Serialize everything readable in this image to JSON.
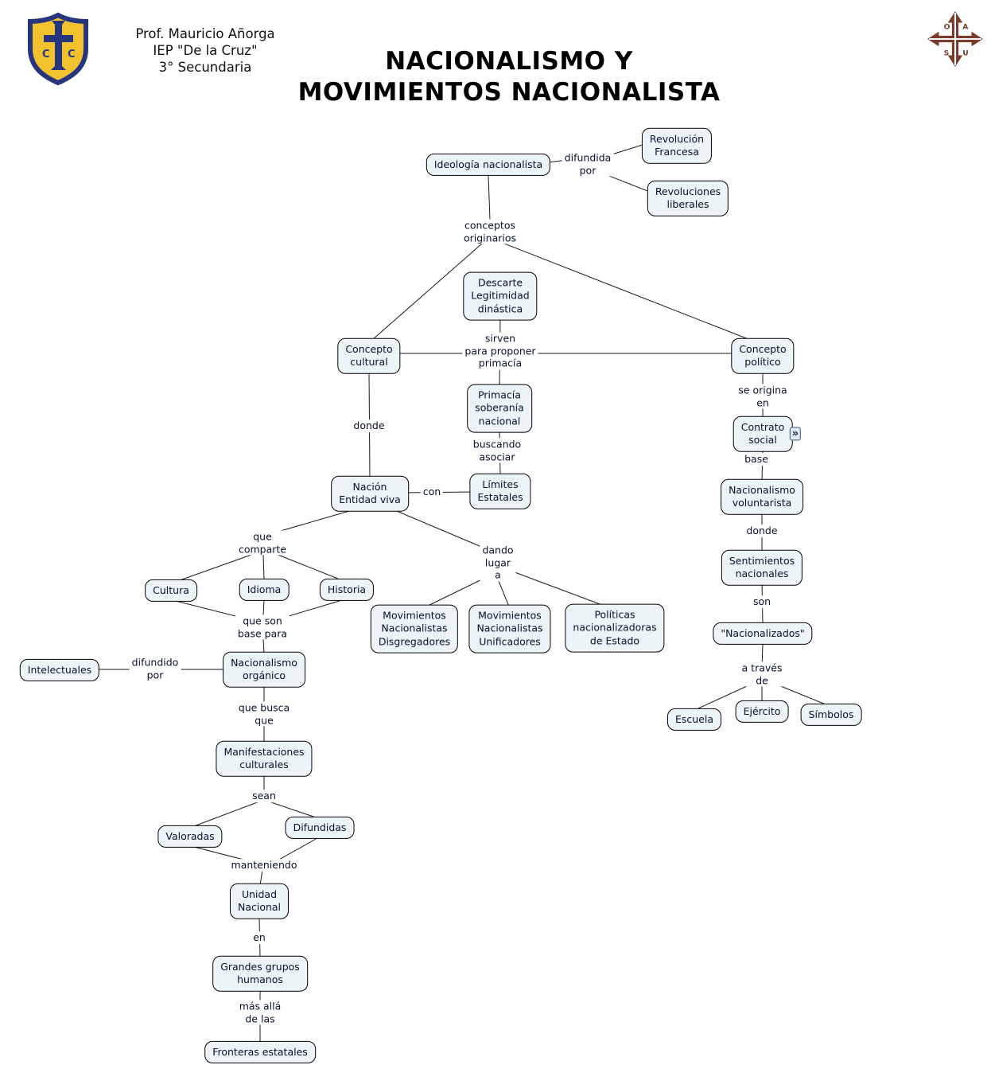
{
  "header": {
    "professor": "Prof. Mauricio Añorga",
    "school": "IEP \"De la Cruz\"",
    "grade": "3° Secundaria",
    "title_line1": "NACIONALISMO Y",
    "title_line2": "MOVIMIENTOS NACIONALISTA"
  },
  "logos": {
    "shield_letters": [
      "C",
      "C"
    ],
    "right_letters": [
      "O",
      "A",
      "S",
      "U"
    ],
    "shield_fill": "#f2c12e",
    "shield_border": "#26357e",
    "cross_color": "#7a3b2d"
  },
  "icons": {
    "expand": "»"
  },
  "colors": {
    "node_fill": "#edf4f8",
    "node_border": "#000000",
    "edge": "#1a1a1a",
    "text": "#05112e"
  },
  "nodes": {
    "ideologia": "Ideología nacionalista",
    "revolucion_francesa": "Revolución\nFrancesa",
    "revoluciones_liberales": "Revoluciones\nliberales",
    "descarte": "Descarte\nLegitimidad\ndinástica",
    "concepto_cultural": "Concepto\ncultural",
    "concepto_politico": "Concepto\npolítico",
    "primacia": "Primacía\nsoberanía\nnacional",
    "contrato_social": "Contrato\nsocial",
    "nacion": "Nación\nEntidad viva",
    "limites": "Límites\nEstatales",
    "nacionalismo_voluntarista": "Nacionalismo\nvoluntarista",
    "cultura": "Cultura",
    "idioma": "Idioma",
    "historia": "Historia",
    "sentimientos": "Sentimientos\nnacionales",
    "mov_disgregadores": "Movimientos\nNacionalistas\nDisgregadores",
    "mov_unificadores": "Movimientos\nNacionalistas\nUnificadores",
    "politicas": "Políticas\nnacionalizadoras\nde Estado",
    "nacionalizados": "\"Nacionalizados\"",
    "intelectuales": "Intelectuales",
    "nacionalismo_organico": "Nacionalismo\norgánico",
    "escuela": "Escuela",
    "ejercito": "Ejército",
    "simbolos": "Símbolos",
    "manifestaciones": "Manifestaciones\nculturales",
    "valoradas": "Valoradas",
    "difundidas": "Difundidas",
    "unidad_nacional": "Unidad\nNacional",
    "grandes_grupos": "Grandes grupos\nhumanos",
    "fronteras": "Fronteras estatales"
  },
  "labels": {
    "difundida_por": "difundida\npor",
    "conceptos_originarios": "conceptos\noriginarios",
    "sirven": "sirven\npara proponer\nprimacía",
    "se_origina_en": "se origina\nen",
    "donde_cultural": "donde",
    "buscando_asociar": "buscando\nasociar",
    "base": "base",
    "con": "con",
    "que_comparte": "que\ncomparte",
    "dando_lugar_a": "dando\nlugar\na",
    "donde_voluntarista": "donde",
    "que_son_base_para": "que son\nbase para",
    "son": "son",
    "difundido_por": "difundido\npor",
    "a_traves_de": "a través\nde",
    "que_busca_que": "que busca\nque",
    "sean": "sean",
    "manteniendo": "manteniendo",
    "en": "en",
    "mas_alla_de_las": "más allá\nde las"
  },
  "connections": [
    {
      "from": "ideologia",
      "label": "difundida por",
      "to": [
        "revolucion_francesa",
        "revoluciones_liberales"
      ]
    },
    {
      "from": "ideologia",
      "label": "conceptos originarios",
      "to": [
        "concepto_cultural",
        "concepto_politico"
      ]
    },
    {
      "from": "descarte",
      "label": "sirven para proponer primacía",
      "to": [
        "primacia"
      ]
    },
    {
      "from": "concepto_cultural",
      "label": "sirven para proponer primacía",
      "to": [
        "concepto_politico"
      ]
    },
    {
      "from": "concepto_cultural",
      "label": "donde",
      "to": [
        "nacion"
      ]
    },
    {
      "from": "primacia",
      "label": "buscando asociar",
      "to": [
        "limites"
      ]
    },
    {
      "from": "nacion",
      "label": "con",
      "to": [
        "limites"
      ]
    },
    {
      "from": "concepto_politico",
      "label": "se origina en",
      "to": [
        "contrato_social"
      ]
    },
    {
      "from": "contrato_social",
      "label": "base",
      "to": [
        "nacionalismo_voluntarista"
      ]
    },
    {
      "from": "nacionalismo_voluntarista",
      "label": "donde",
      "to": [
        "sentimientos"
      ]
    },
    {
      "from": "sentimientos",
      "label": "son",
      "to": [
        "nacionalizados"
      ]
    },
    {
      "from": "nacionalizados",
      "label": "a través de",
      "to": [
        "escuela",
        "ejercito",
        "simbolos"
      ]
    },
    {
      "from": "nacion",
      "label": "que comparte",
      "to": [
        "cultura",
        "idioma",
        "historia"
      ]
    },
    {
      "from": "cultura",
      "label": "que son base para",
      "to": [
        "nacionalismo_organico"
      ]
    },
    {
      "from": "idioma",
      "label": "que son base para",
      "to": [
        "nacionalismo_organico"
      ]
    },
    {
      "from": "historia",
      "label": "que son base para",
      "to": [
        "nacionalismo_organico"
      ]
    },
    {
      "from": "nacion",
      "label": "dando lugar a",
      "to": [
        "mov_disgregadores",
        "mov_unificadores",
        "politicas"
      ]
    },
    {
      "from": "intelectuales",
      "label": "difundido por",
      "to": [
        "nacionalismo_organico"
      ]
    },
    {
      "from": "nacionalismo_organico",
      "label": "que busca que",
      "to": [
        "manifestaciones"
      ]
    },
    {
      "from": "manifestaciones",
      "label": "sean",
      "to": [
        "valoradas",
        "difundidas"
      ]
    },
    {
      "from": "valoradas",
      "label": "manteniendo",
      "to": [
        "unidad_nacional"
      ]
    },
    {
      "from": "difundidas",
      "label": "manteniendo",
      "to": [
        "unidad_nacional"
      ]
    },
    {
      "from": "unidad_nacional",
      "label": "en",
      "to": [
        "grandes_grupos"
      ]
    },
    {
      "from": "grandes_grupos",
      "label": "más allá de las",
      "to": [
        "fronteras"
      ]
    }
  ]
}
